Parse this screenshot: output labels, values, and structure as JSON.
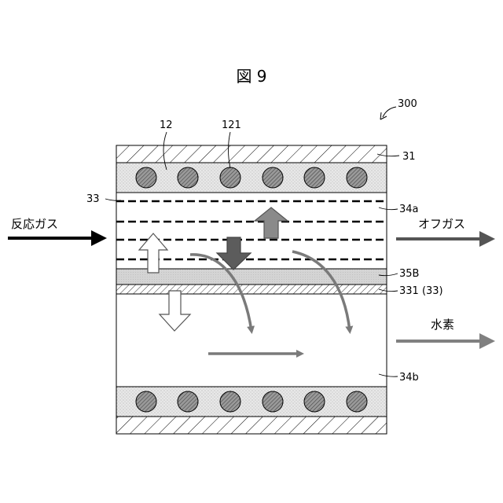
{
  "figure": {
    "title": "図 9",
    "ref_300": "300",
    "ref_12": "12",
    "ref_121": "121",
    "ref_31": "31",
    "ref_33": "33",
    "ref_34a": "34a",
    "ref_35B": "35B",
    "ref_331": "331 (33)",
    "ref_34b": "34b",
    "inlet_label": "反応ガス",
    "offgas_label": "オフガス",
    "hydrogen_label": "水素"
  },
  "colors": {
    "outline": "#000000",
    "inlet_arrow": "#000000",
    "offgas_arrow": "#555555",
    "hydrogen_arrow": "#808080",
    "flow_arrow": "#7a7a7a",
    "up_arrow_dark": "#8a8a8a",
    "down_arrow_dark": "#5c5c5c",
    "light_arrow_fill": "#ffffff",
    "stipple_band": "#e6e6e6",
    "layer_35B": "#d6d6d6"
  },
  "icons": {
    "tube": "hatched-circle",
    "casing": "diagonal-hatch"
  }
}
